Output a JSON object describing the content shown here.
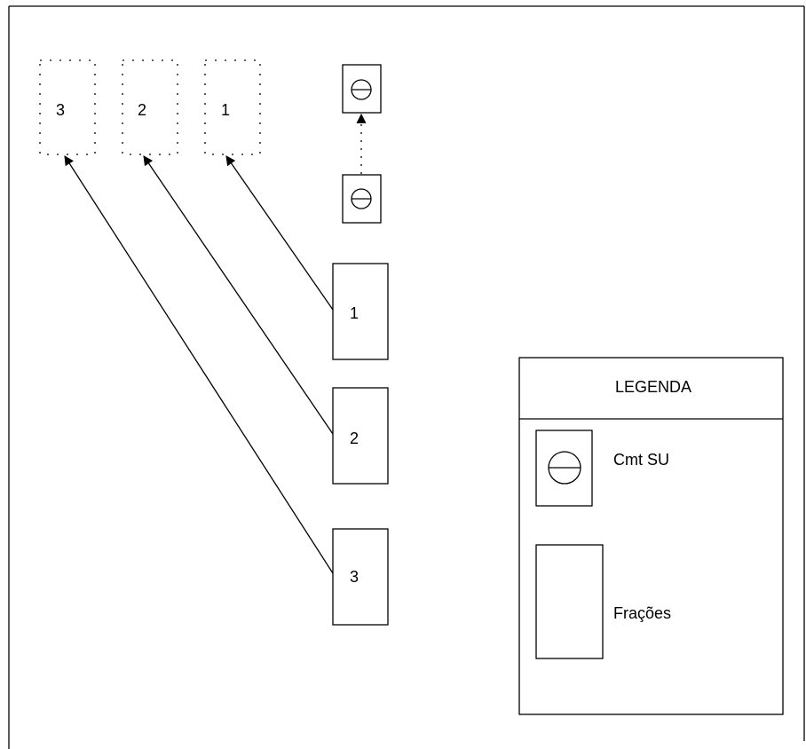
{
  "targets": [
    {
      "label": "3"
    },
    {
      "label": "2"
    },
    {
      "label": "1"
    }
  ],
  "fractions": [
    {
      "label": "1"
    },
    {
      "label": "2"
    },
    {
      "label": "3"
    }
  ],
  "legend": {
    "title": "LEGENDA",
    "items": [
      {
        "label": "Cmt SU",
        "icon": "commander-symbol"
      },
      {
        "label": "Frações",
        "icon": "fraction-rectangle"
      }
    ]
  }
}
